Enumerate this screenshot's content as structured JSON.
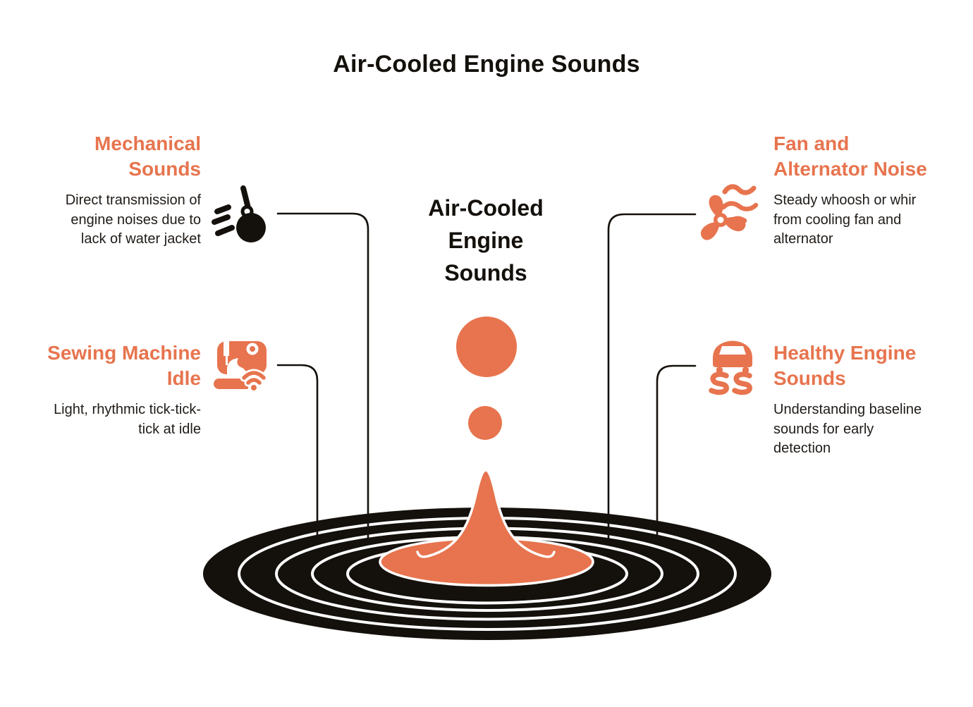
{
  "title": "Air-Cooled Engine Sounds",
  "center_label": {
    "lines": [
      "Air-Cooled",
      "Engine",
      "Sounds"
    ]
  },
  "colors": {
    "accent": "#E7744E",
    "ink": "#14100B",
    "white": "#FFFFFF"
  },
  "sections": {
    "mechanical": {
      "icon": "wrecking-ball-icon",
      "title_lines": [
        "Mechanical",
        "Sounds"
      ],
      "description_lines": [
        "Direct transmission of",
        "engine noises due to",
        "lack of water jacket"
      ]
    },
    "fan": {
      "icon": "fan-icon",
      "title_lines": [
        "Fan and",
        "Alternator Noise"
      ],
      "description_lines": [
        "Steady whoosh or whir",
        "from cooling fan and",
        "alternator"
      ]
    },
    "sewing": {
      "icon": "sewing-machine-icon",
      "title_lines": [
        "Sewing Machine",
        "Idle"
      ],
      "description_lines": [
        "Light, rhythmic tick-tick-",
        "tick at idle"
      ]
    },
    "healthy": {
      "icon": "car-skid-icon",
      "title_lines": [
        "Healthy Engine",
        "Sounds"
      ],
      "description_lines": [
        "Understanding baseline",
        "sounds for early",
        "detection"
      ]
    }
  }
}
